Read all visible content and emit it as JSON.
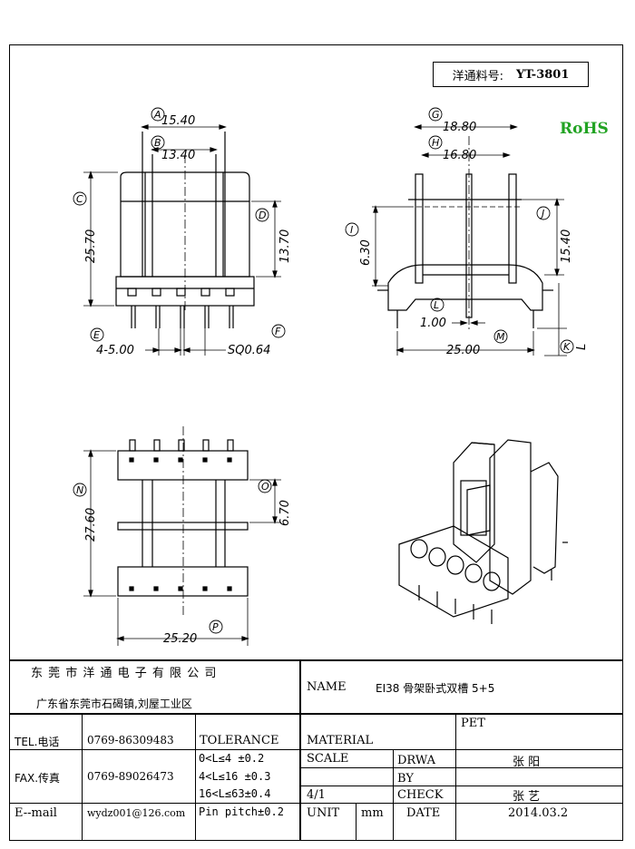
{
  "title_block": {
    "part_label": "洋通料号:",
    "part_number": "YT-3801",
    "rohs": "RoHS",
    "company_name": "东 莞 市 洋 通 电 子 有 限 公 司",
    "company_address": "广东省东莞市石碣镇,刘屋工业区",
    "name_label": "NAME",
    "name_value": "EI38 骨架卧式双槽 5+5",
    "pet": "PET",
    "tel_label": "TEL.电话",
    "tel_value": "0769-86309483",
    "tolerance_label": "TOLERANCE",
    "material_label": "MATERIAL",
    "fax_label": "FAX.传真",
    "fax_value": "0769-89026473",
    "tol_1": "0<L≤4   ±0.2",
    "tol_2": "4<L≤16  ±0.3",
    "tol_3": "16<L≤63±0.4",
    "tol_4": "Pin pitch±0.2",
    "scale_label": "SCALE",
    "scale_value": "4/1",
    "drawn_label": "DRWA BY",
    "drawn_value": "张 阳",
    "check_label": "CHECK",
    "check_value": "张 艺",
    "email_label": "E--mail",
    "email_value": "wydz001@126.com",
    "unit_label": "UNIT",
    "unit_value": "mm",
    "date_label": "DATE",
    "date_value": "2014.03.2"
  },
  "dimensions": {
    "A": "A",
    "B": "B",
    "C": "C",
    "D": "D",
    "E": "E",
    "F": "F",
    "G": "G",
    "H": "H",
    "I": "I",
    "J": "J",
    "K": "K",
    "L": "L",
    "M": "M",
    "N": "N",
    "O": "O",
    "P": "P",
    "dim_A": "15.40",
    "dim_B": "13.40",
    "dim_C": "25.70",
    "dim_D": "13.70",
    "dim_E": "4-5.00",
    "dim_F": "SQ0.64",
    "dim_G": "18.80",
    "dim_H": "16.80",
    "dim_I": "6.30",
    "dim_J": "15.40",
    "dim_K_label": "L",
    "dim_L": "1.00",
    "dim_M": "25.00",
    "dim_N": "27.60",
    "dim_O": "6.70",
    "dim_P": "25.20"
  }
}
